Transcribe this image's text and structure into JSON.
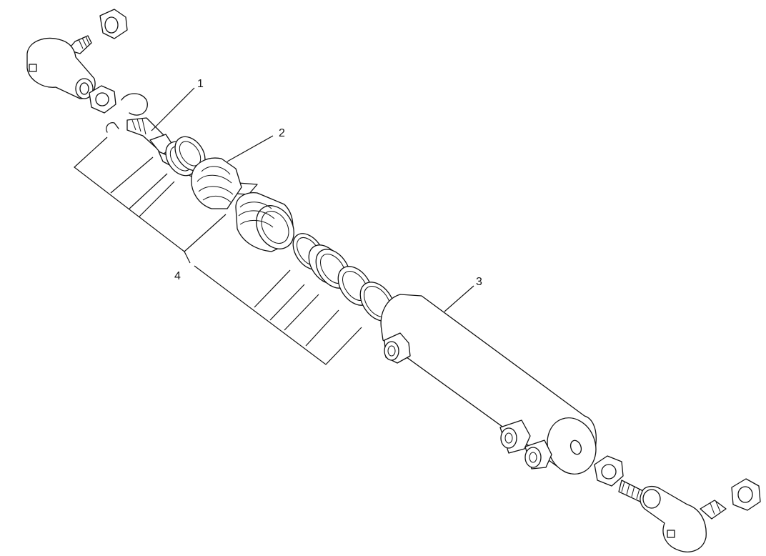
{
  "callouts": {
    "c1": "1",
    "c2": "2",
    "c3": "3",
    "c4": "4"
  },
  "colors": {
    "line": "#111111",
    "background": "#ffffff"
  }
}
